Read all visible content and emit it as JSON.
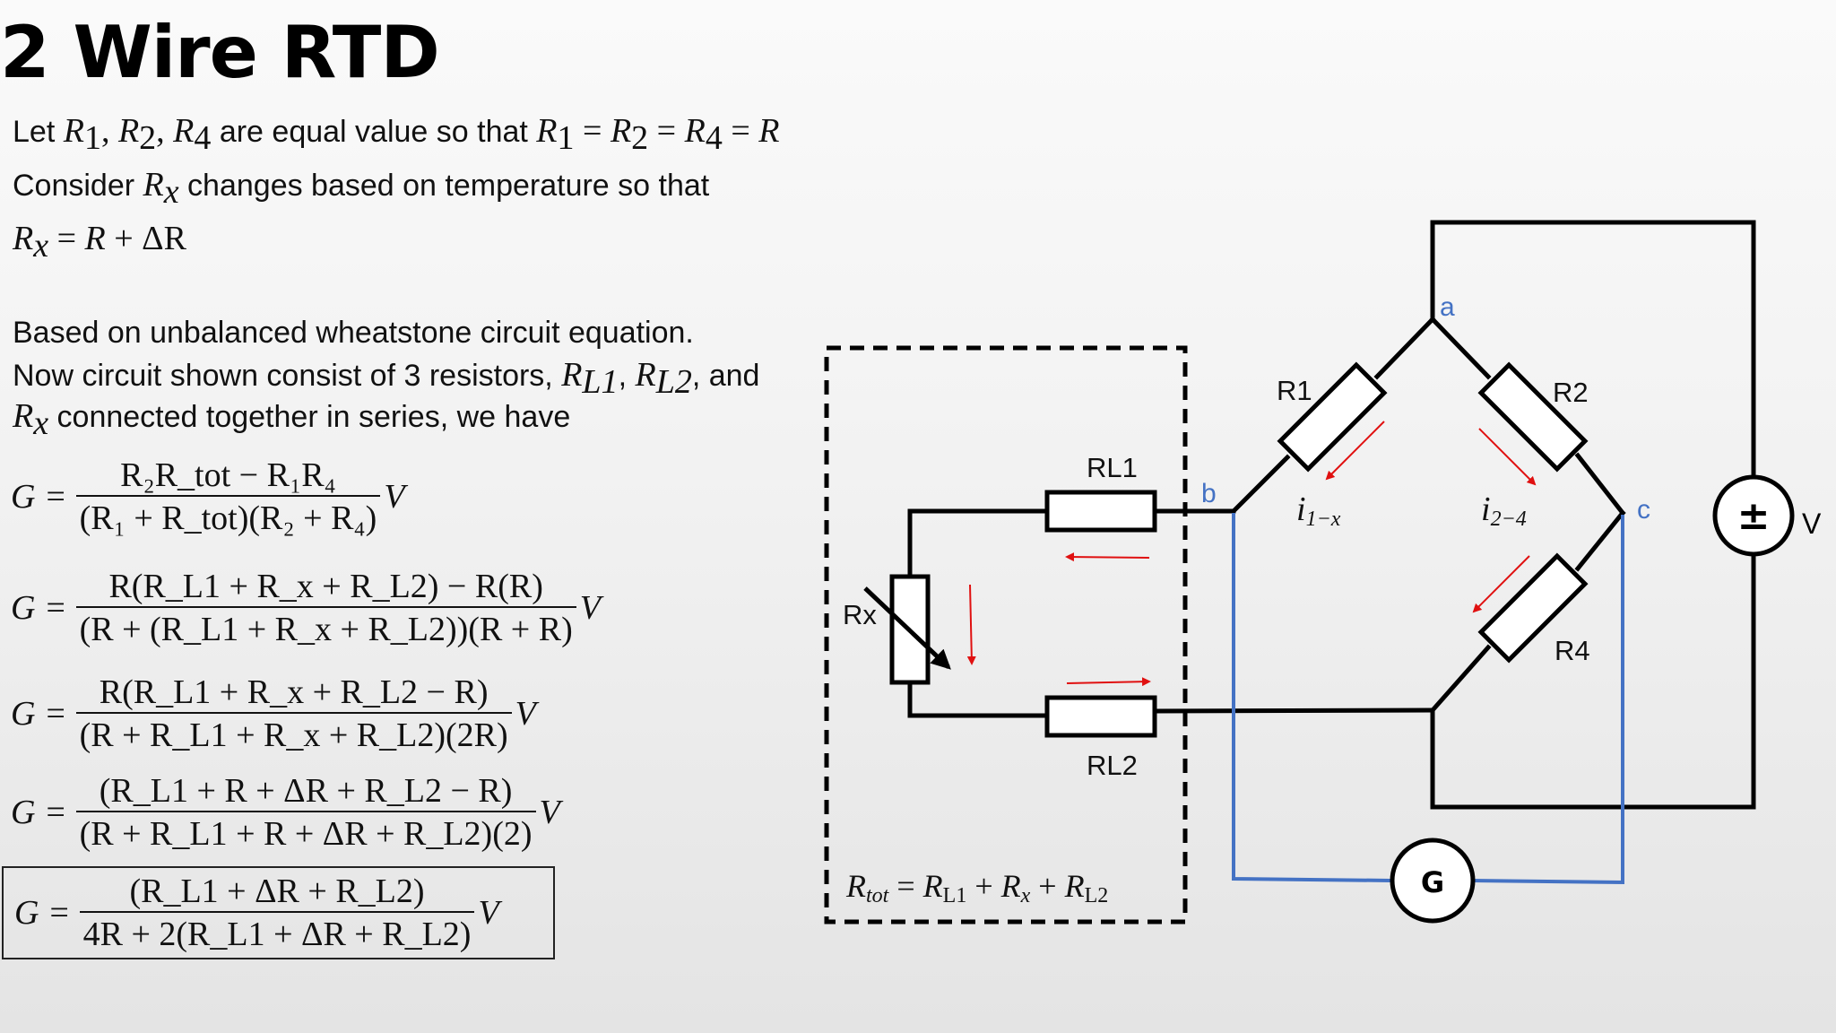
{
  "page": {
    "title": "2 Wire RTD"
  },
  "text": {
    "l1a": "Let ",
    "l1b": "R",
    "l1c": "1",
    "l1d": ", ",
    "l1e": "R",
    "l1f": "2",
    "l1g": ", ",
    "l1h": "R",
    "l1i": "4",
    "l1j": " are equal value so that ",
    "l1k": "R",
    "l1l": "1",
    "l1m": " = ",
    "l1n": "R",
    "l1o": "2",
    "l1p": " = ",
    "l1q": "R",
    "l1r": "4",
    "l1s": " = ",
    "l1t": "R",
    "l2a": "Consider ",
    "l2b": "R",
    "l2c": "x",
    "l2d": " changes based on temperature so that",
    "l3a": "R",
    "l3b": "x",
    "l3c": " = ",
    "l3d": "R",
    "l3e": " + ΔR",
    "l4": "Based on unbalanced wheatstone circuit equation.",
    "l5a": "Now circuit shown consist of 3 resistors, ",
    "l5b": "R",
    "l5c": "L1",
    "l5d": ", ",
    "l5e": "R",
    "l5f": "L2",
    "l5g": ", and",
    "l6a": "R",
    "l6b": "x",
    "l6c": " connected together in series, we have"
  },
  "equations": {
    "g": "G =",
    "v": "V",
    "e1_num": "R₂R_tot − R₁R₄",
    "e1_den": "(R₁ + R_tot)(R₂ + R₄)",
    "e2_num": "R(R_L1 + R_x + R_L2) − R(R)",
    "e2_den": "(R + (R_L1 + R_x + R_L2))(R + R)",
    "e3_num": "R(R_L1 + R_x + R_L2 − R)",
    "e3_den": "(R + R_L1 + R_x + R_L2)(2R)",
    "e4_num": "(R_L1 + R + ΔR + R_L2 − R)",
    "e4_den": "(R + R_L1 + R + ΔR + R_L2)(2)",
    "e5_num": "(R_L1 + ΔR + R_L2)",
    "e5_den": "4R + 2(R_L1 + ΔR + R_L2)"
  },
  "diagram": {
    "node_a": "a",
    "node_b": "b",
    "node_c": "c",
    "r1": "R1",
    "r2": "R2",
    "r4": "R4",
    "rl1": "RL1",
    "rl2": "RL2",
    "rx": "Rx",
    "i1x": "i",
    "i1x_sub": "1−x",
    "i24": "i",
    "i24_sub": "2−4",
    "source_symbol": "±",
    "source_label": "V",
    "galvanometer": "G",
    "rtot_a": "R",
    "rtot_b": "tot",
    "rtot_c": " = ",
    "rtot_d": "R",
    "rtot_e": "L1",
    "rtot_f": " + ",
    "rtot_g": "R",
    "rtot_h": "x",
    "rtot_i": " + ",
    "rtot_j": "R",
    "rtot_k": "L2",
    "colors": {
      "wire": "#000000",
      "galv_wire": "#4472C4",
      "node_label": "#4472C4",
      "arrow": "#E01010"
    }
  }
}
